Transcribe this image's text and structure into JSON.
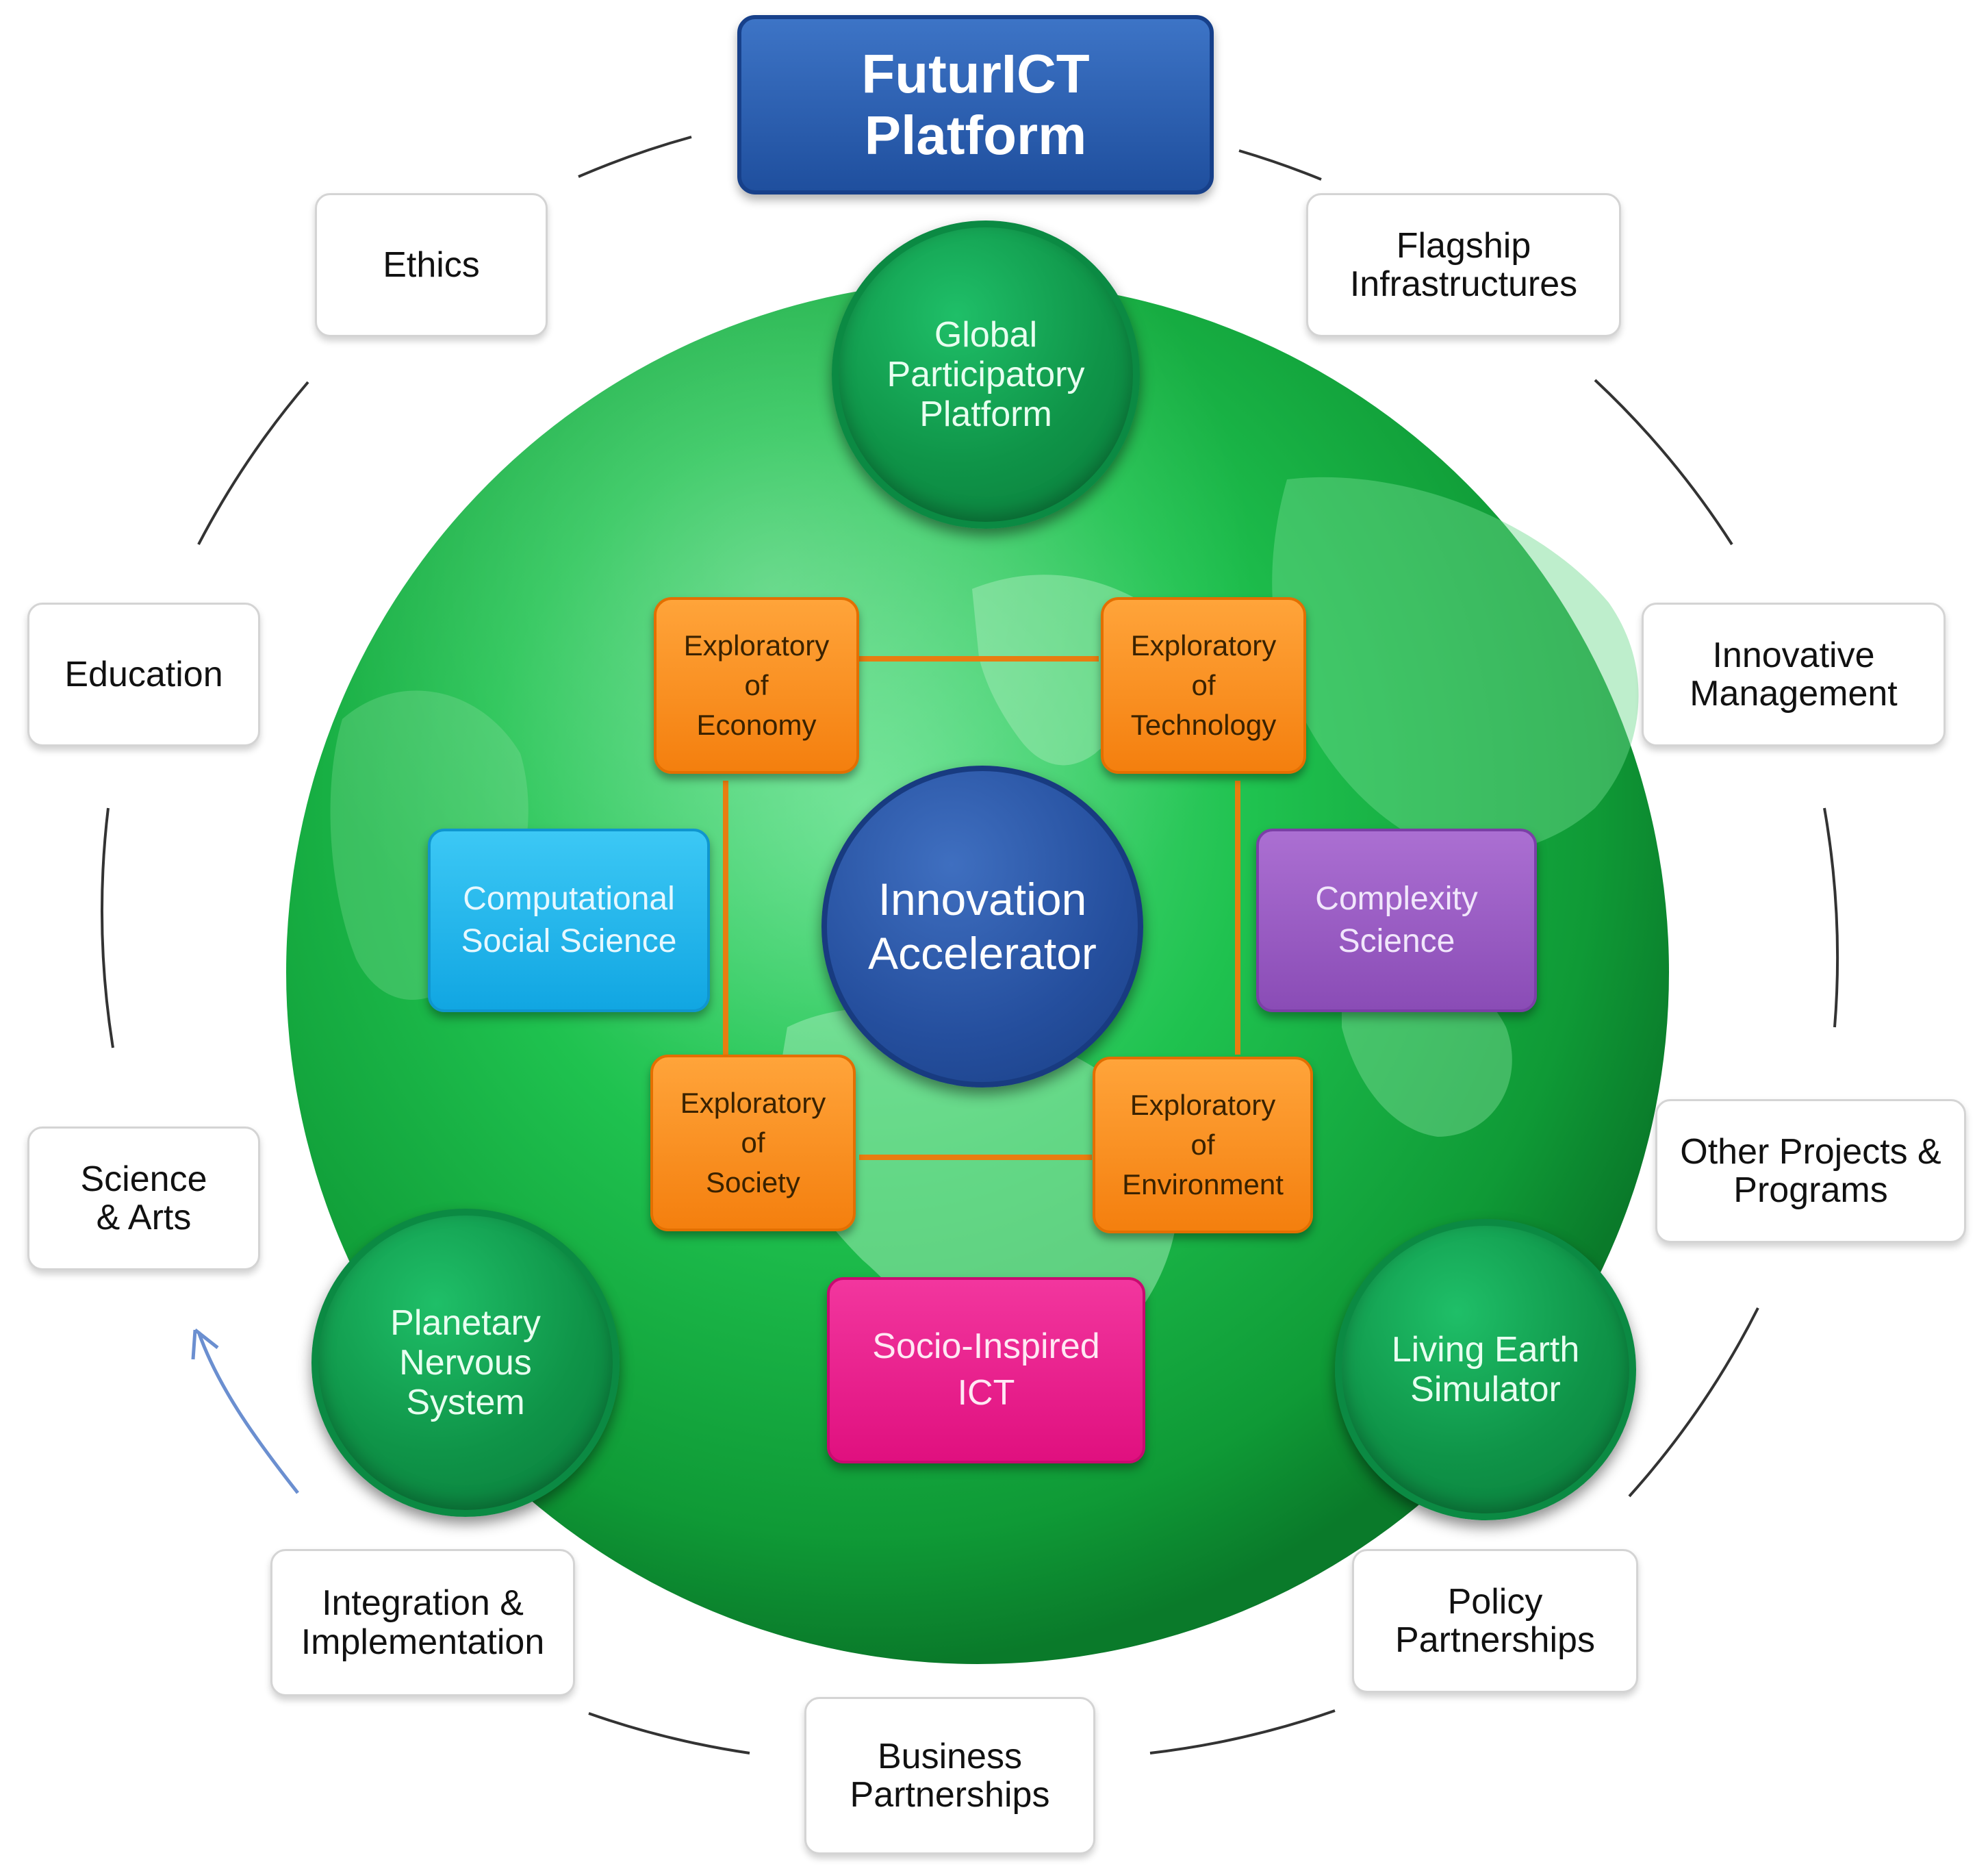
{
  "title": "FuturICT\nPlatform",
  "ring_boxes": {
    "ethics": "Ethics",
    "flagship": "Flagship\nInfrastructures",
    "education": "Education",
    "innovative_management": "Innovative\nManagement",
    "science_arts": "Science\n& Arts",
    "other_projects": "Other Projects  &\nPrograms",
    "integration": "Integration &\nImplementation",
    "policy": "Policy\nPartnerships",
    "business": "Business\nPartnerships"
  },
  "green_circles": {
    "global": "Global\nParticipatory\nPlatform",
    "planetary": "Planetary\nNervous\nSystem",
    "living_earth": "Living Earth\nSimulator"
  },
  "exploratories": {
    "economy": "Exploratory\nof\nEconomy",
    "technology": "Exploratory\nof\nTechnology",
    "society": "Exploratory\nof\nSociety",
    "environment": "Exploratory\nof\nEnvironment"
  },
  "center": "Innovation\nAccelerator",
  "computational": "Computational\nSocial Science",
  "complexity": "Complexity\nScience",
  "socio": "Socio-Inspired\nICT",
  "colors": {
    "title_blue": "#2a5fb4",
    "globe_green": "#18b94a",
    "exploratory_orange": "#f7901e",
    "computational_cyan": "#1ab7ee",
    "complexity_purple": "#9b5cc4",
    "socio_magenta": "#ec168c",
    "arrow_blue": "#6b8fd0"
  }
}
